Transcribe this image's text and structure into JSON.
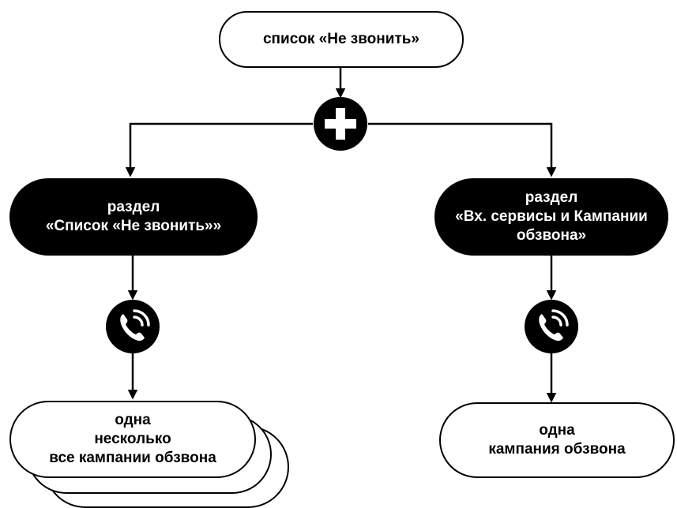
{
  "diagram": {
    "top_node": {
      "text": "список «Не звонить»"
    },
    "left_section": {
      "lines": [
        "раздел",
        "«Список «Не звонить»»"
      ]
    },
    "right_section": {
      "lines": [
        "раздел",
        "«Вх. сервисы и Кампании",
        "обзвона»"
      ]
    },
    "left_result": {
      "lines": [
        "одна",
        "несколько",
        "все кампании обзвона"
      ]
    },
    "right_result": {
      "lines": [
        "одна",
        "кампания обзвона"
      ]
    },
    "icons": {
      "join": "plus-icon",
      "call_left": "phone-call-icon",
      "call_right": "phone-call-icon"
    },
    "colors": {
      "stroke": "#000000",
      "fill_dark": "#000000",
      "fill_light": "#ffffff"
    }
  }
}
